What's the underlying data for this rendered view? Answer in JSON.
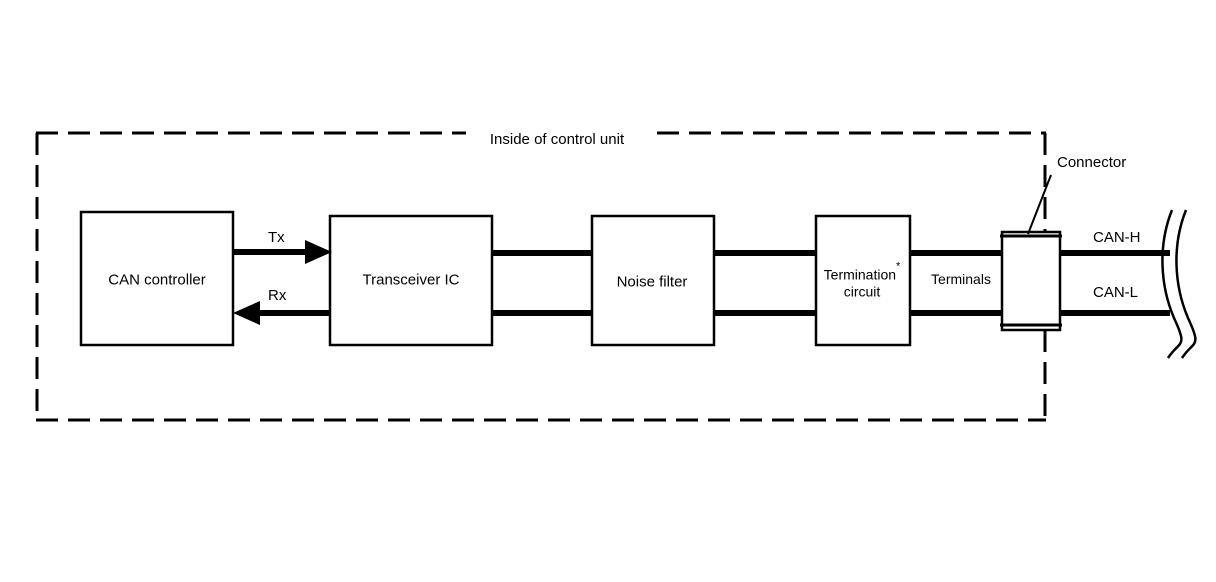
{
  "diagram": {
    "title": "Inside of control unit",
    "blocks": [
      {
        "id": "can-controller",
        "label": "CAN controller"
      },
      {
        "id": "transceiver-ic",
        "label": "Transceiver IC"
      },
      {
        "id": "noise-filter",
        "label": "Noise filter"
      },
      {
        "id": "termination-circuit",
        "label_line1": "Termination",
        "label_line2": "circuit",
        "footnote_marker": "*"
      }
    ],
    "signals": {
      "tx": "Tx",
      "rx": "Rx"
    },
    "labels": {
      "terminals": "Terminals",
      "connector": "Connector",
      "can_high": "CAN-H",
      "can_low": "CAN-L"
    },
    "colors": {
      "line": "#000000",
      "background": "#ffffff"
    }
  }
}
